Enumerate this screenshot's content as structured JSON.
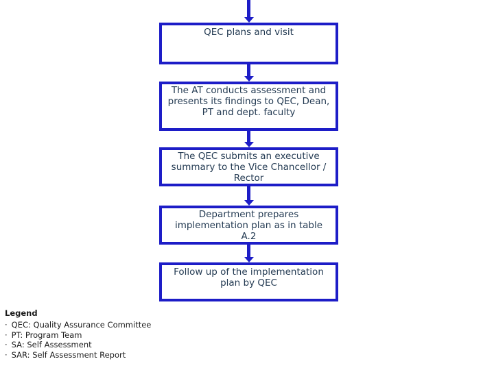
{
  "flow": {
    "boxes": [
      {
        "label": "QEC plans and visit"
      },
      {
        "label": "The AT conducts assessment and presents its findings to QEC, Dean, PT and dept. faculty"
      },
      {
        "label": "The QEC submits an executive summary to the Vice Chancellor / Rector"
      },
      {
        "label": "Department prepares implementation plan as in table A.2"
      },
      {
        "label": "Follow up of the implementation plan by QEC"
      }
    ]
  },
  "legend": {
    "title": "Legend",
    "bullet": "·",
    "items": [
      "QEC: Quality Assurance Committee",
      "PT: Program Team",
      "SA: Self Assessment",
      "SAR: Self Assessment Report"
    ]
  },
  "colors": {
    "accent_blue": "#1d1dc7",
    "box_text": "#233a52"
  }
}
